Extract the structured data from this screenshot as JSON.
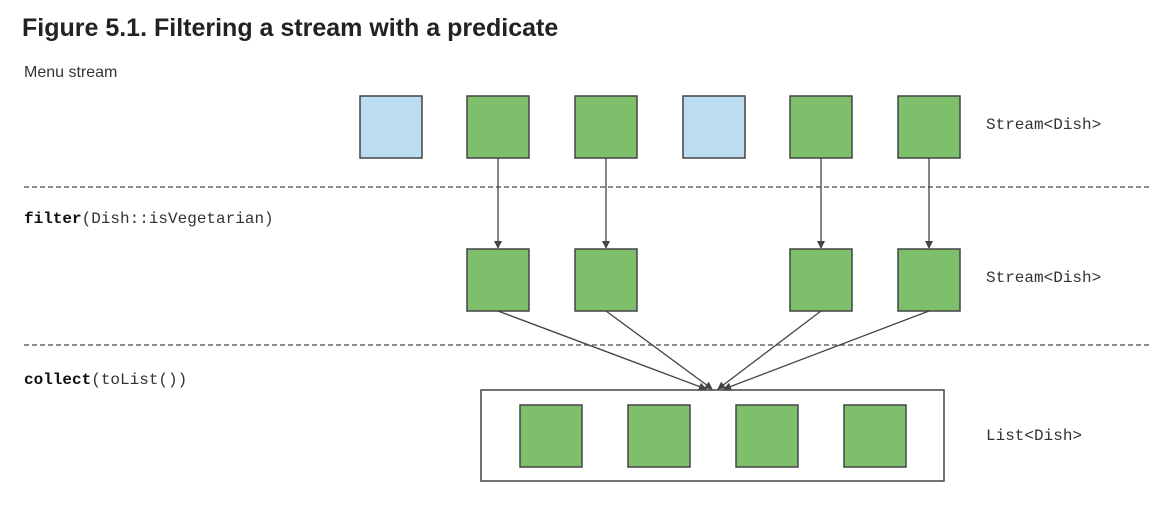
{
  "figure": {
    "title": "Figure 5.1. Filtering a stream with a predicate"
  },
  "labels": {
    "menu_stream": "Menu stream",
    "filter_op": "filter",
    "filter_arg": "(Dish::isVegetarian)",
    "collect_op": "collect",
    "collect_arg": "(toList())",
    "stage1_type": "Stream<Dish>",
    "stage2_type": "Stream<Dish>",
    "stage3_type": "List<Dish>"
  },
  "colors": {
    "vegetarian": "#7ebf6c",
    "non_vegetarian": "#bcdcf2",
    "border": "#444444",
    "divider": "#666666",
    "arrow": "#444444"
  },
  "menu": [
    {
      "vegetarian": false
    },
    {
      "vegetarian": true
    },
    {
      "vegetarian": true
    },
    {
      "vegetarian": false
    },
    {
      "vegetarian": true
    },
    {
      "vegetarian": true
    }
  ]
}
